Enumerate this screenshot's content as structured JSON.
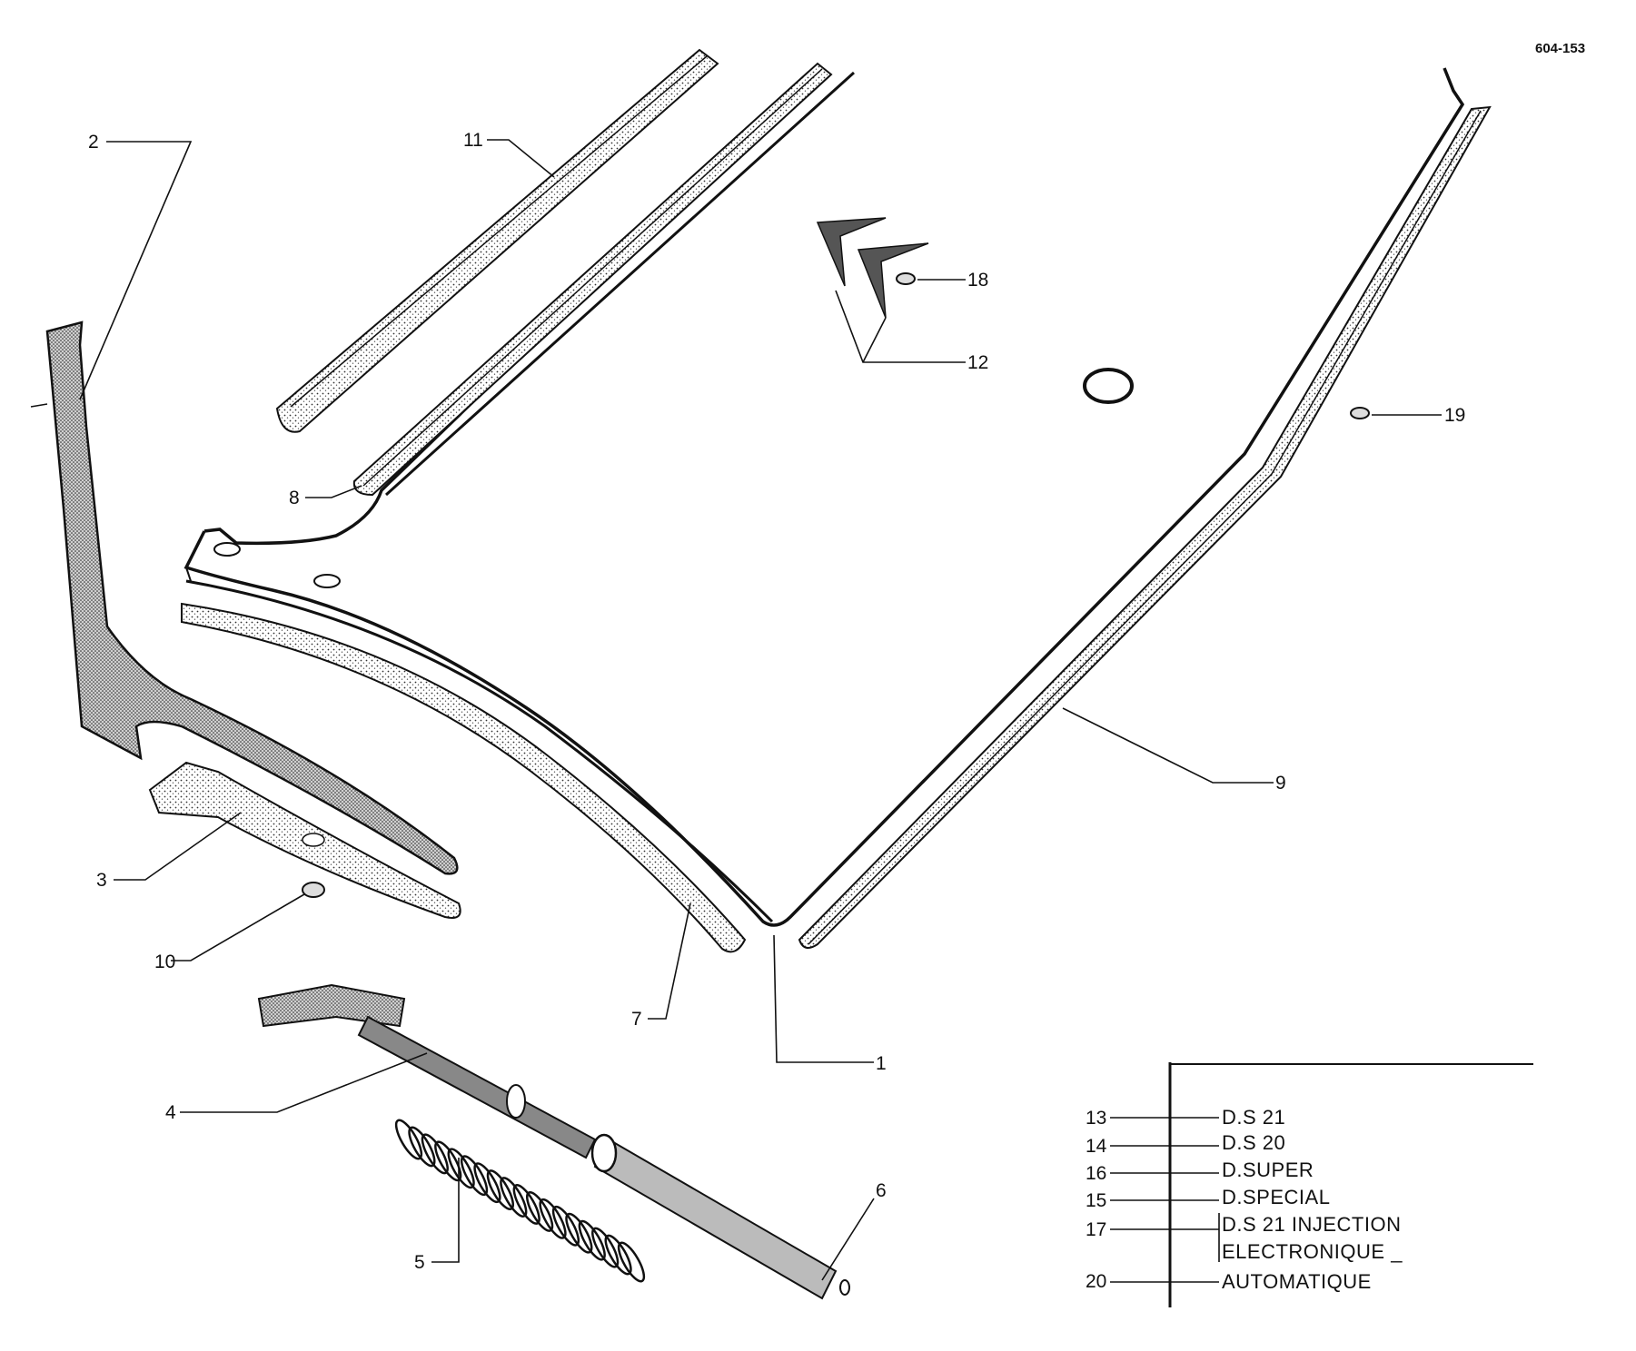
{
  "diagram": {
    "reference_code": "604-153",
    "callouts": [
      {
        "id": "c1",
        "label": "1"
      },
      {
        "id": "c2",
        "label": "2"
      },
      {
        "id": "c3",
        "label": "3"
      },
      {
        "id": "c4",
        "label": "4"
      },
      {
        "id": "c5",
        "label": "5"
      },
      {
        "id": "c6",
        "label": "6"
      },
      {
        "id": "c7",
        "label": "7"
      },
      {
        "id": "c8",
        "label": "8"
      },
      {
        "id": "c9",
        "label": "9"
      },
      {
        "id": "c10",
        "label": "10"
      },
      {
        "id": "c11",
        "label": "11"
      },
      {
        "id": "c12",
        "label": "12"
      },
      {
        "id": "c18",
        "label": "18"
      },
      {
        "id": "c19",
        "label": "19"
      }
    ],
    "legend": [
      {
        "number": "13",
        "text": "D.S 21"
      },
      {
        "number": "14",
        "text": "D.S 20"
      },
      {
        "number": "16",
        "text": "D.SUPER"
      },
      {
        "number": "15",
        "text": "D.SPECIAL"
      },
      {
        "number": "17",
        "text": "D.S 21 INJECTION",
        "text2": "ELECTRONIQUE _"
      },
      {
        "number": "20",
        "text": "AUTOMATIQUE"
      }
    ],
    "colors": {
      "ink": "#111111",
      "paper": "#ffffff",
      "stipple": "#555555"
    }
  }
}
